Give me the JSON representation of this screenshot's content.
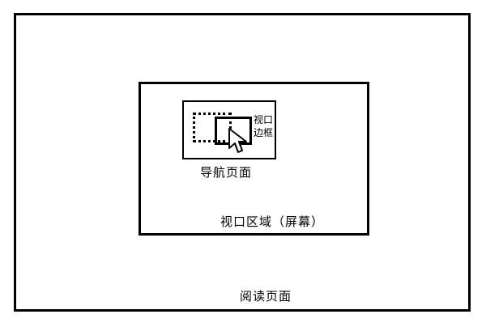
{
  "labels": {
    "reading_page": "阅读页面",
    "viewport_area": "视口区域（屏幕）",
    "navigation_page": "导航页面",
    "viewport_border": "视口边框"
  },
  "icons": {
    "cursor": "arrow-cursor-icon"
  }
}
